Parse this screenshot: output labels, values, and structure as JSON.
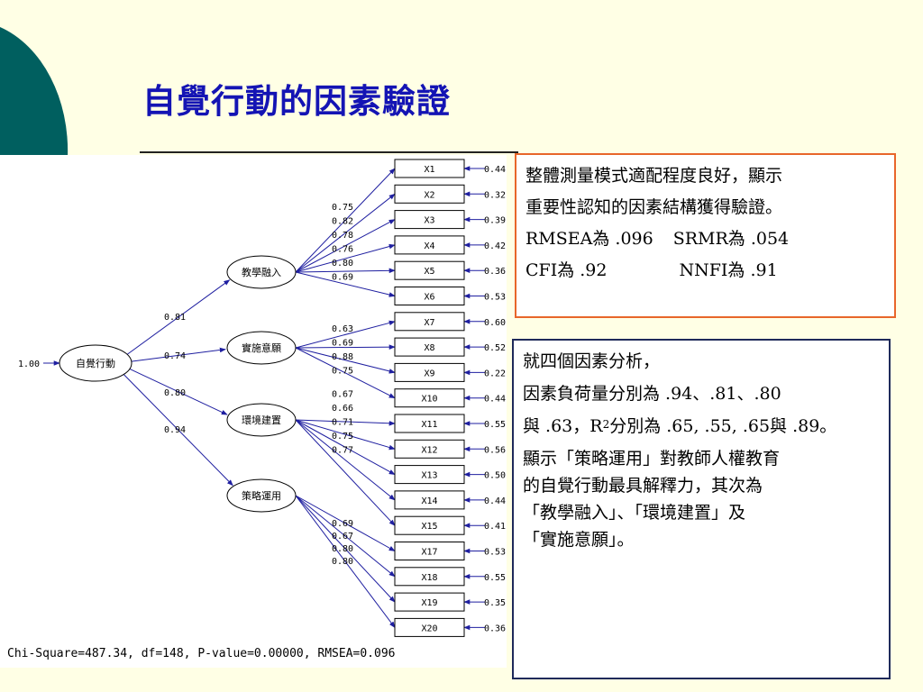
{
  "slide": {
    "title": "自覺行動的因素驗證",
    "accent_color": "#005F5F",
    "title_color": "#1414B4"
  },
  "fit_box": {
    "line1": "整體測量模式適配程度良好，顯示",
    "line2": "重要性認知的因素結構獲得驗證。",
    "rmsea": "RMSEA為 .096",
    "srmr": "SRMR為 .054",
    "cfi": "CFI為 .92",
    "nnfi": "NNFI為 .91"
  },
  "interp_box": {
    "line1": "就四個因素分析，",
    "line2": "因素負荷量分別為 .94、.81、.80",
    "line3_a": "與 .63，R",
    "line3_sup": "2",
    "line3_b": "分別為 .65,  .55,  .65與 .89。",
    "line4": "顯示「策略運用」對教師人權教育",
    "line5": "的自覺行動最具解釋力，其次為",
    "line6": "「教學融入」、「環境建置」及",
    "line7": "「實施意願」。"
  },
  "diagram": {
    "footer": "Chi-Square=487.34, df=148, P-value=0.00000, RMSEA=0.096",
    "second_order": {
      "label": "自覺行動",
      "variance": "1.00"
    },
    "factors": [
      {
        "label": "教學融入",
        "loading": "0.81",
        "items": [
          "X1",
          "X2",
          "X3",
          "X4",
          "X5",
          "X6"
        ],
        "item_loadings": [
          "0.75",
          "0.82",
          "0.78",
          "0.76",
          "0.80",
          "0.69"
        ]
      },
      {
        "label": "實施意願",
        "loading": "0.74",
        "items": [
          "X7",
          "X8",
          "X9",
          "X10"
        ],
        "item_loadings": [
          "0.63",
          "0.69",
          "0.88",
          "0.75"
        ]
      },
      {
        "label": "環境建置",
        "loading": "0.80",
        "items": [
          "X11",
          "X12",
          "X13",
          "X14",
          "X15"
        ],
        "item_loadings": [
          "0.67",
          "0.66",
          "0.71",
          "0.75",
          "0.77"
        ]
      },
      {
        "label": "策略運用",
        "loading": "0.94",
        "items": [
          "X17",
          "X18",
          "X19",
          "X20"
        ],
        "item_loadings": [
          "0.69",
          "0.67",
          "0.80",
          "0.80"
        ]
      }
    ],
    "indicators": [
      {
        "name": "X1",
        "error": "0.44"
      },
      {
        "name": "X2",
        "error": "0.32"
      },
      {
        "name": "X3",
        "error": "0.39"
      },
      {
        "name": "X4",
        "error": "0.42"
      },
      {
        "name": "X5",
        "error": "0.36"
      },
      {
        "name": "X6",
        "error": "0.53"
      },
      {
        "name": "X7",
        "error": "0.60"
      },
      {
        "name": "X8",
        "error": "0.52"
      },
      {
        "name": "X9",
        "error": "0.22"
      },
      {
        "name": "X10",
        "error": "0.44"
      },
      {
        "name": "X11",
        "error": "0.55"
      },
      {
        "name": "X12",
        "error": "0.56"
      },
      {
        "name": "X13",
        "error": "0.50"
      },
      {
        "name": "X14",
        "error": "0.44"
      },
      {
        "name": "X15",
        "error": "0.41"
      },
      {
        "name": "X17",
        "error": "0.53"
      },
      {
        "name": "X18",
        "error": "0.55"
      },
      {
        "name": "X19",
        "error": "0.35"
      },
      {
        "name": "X20",
        "error": "0.36"
      }
    ]
  }
}
